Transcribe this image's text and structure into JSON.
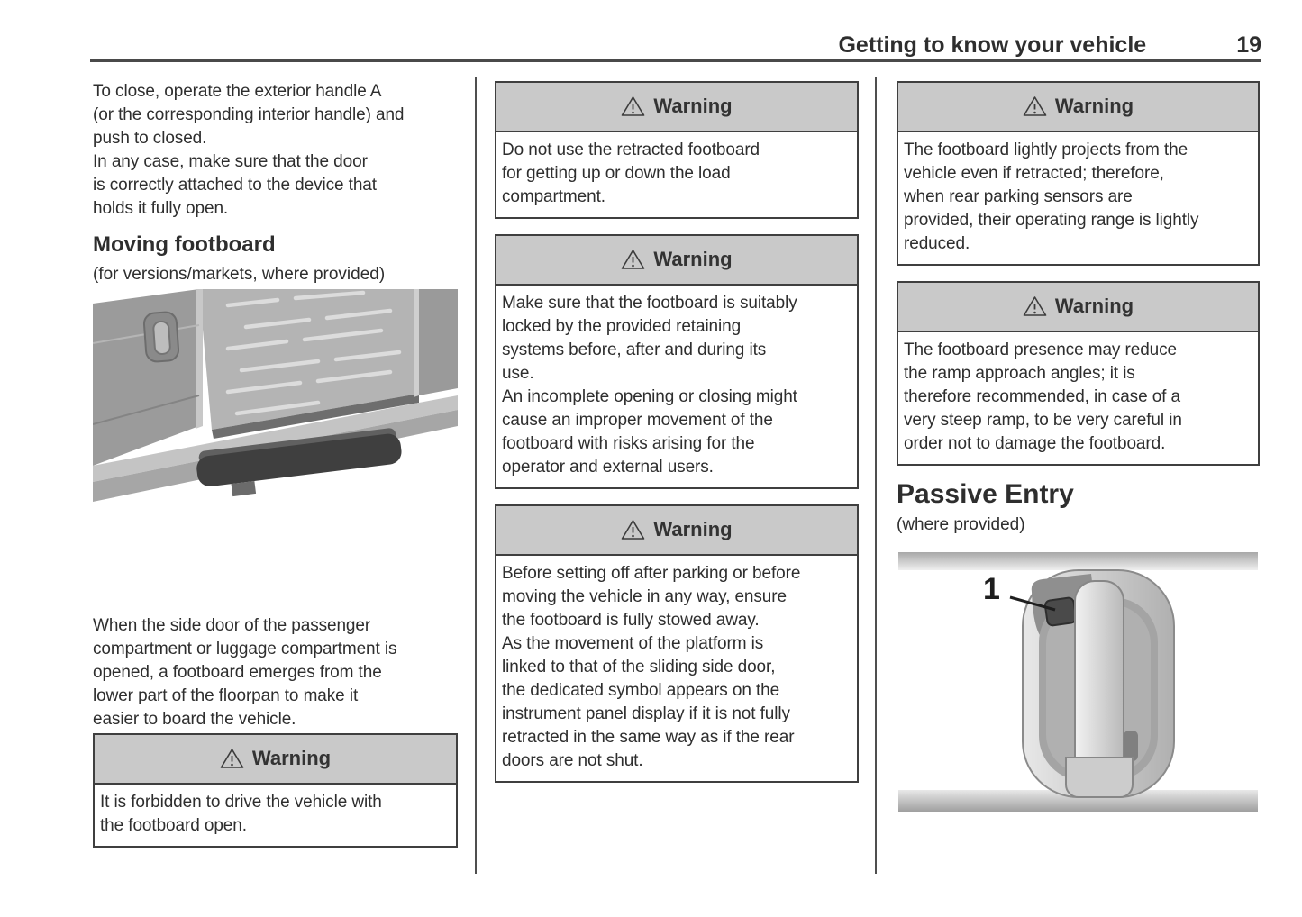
{
  "header": {
    "title": "Getting to know your vehicle",
    "page_number": "19"
  },
  "col1": {
    "para1": "To close, operate the exterior handle A\n(or the corresponding interior handle) and\npush to closed.\nIn any case, make sure that the door\nis correctly attached to the device that\nholds it fully open.",
    "section_heading": "Moving footboard",
    "section_subnote": "(for versions/markets, where provided)",
    "figure_caption": "footboard-extended-below-open-side-door-illustration",
    "para2": "When the side door of the passenger\ncompartment or luggage compartment is\nopened, a footboard emerges from the\nlower part of the floorpan to make it\neasier to board the vehicle.",
    "warning": {
      "title": "Warning",
      "body": "It is forbidden to drive the vehicle with\nthe footboard open."
    }
  },
  "col2": {
    "warnings": [
      {
        "title": "Warning",
        "body": "Do not use the retracted footboard\nfor getting up or down the load\ncompartment."
      },
      {
        "title": "Warning",
        "body": "Make sure that the footboard is suitably\nlocked by the provided retaining\nsystems before, after and during its\nuse.\nAn incomplete opening or closing might\ncause an improper movement of the\nfootboard with risks arising for the\noperator and external users."
      },
      {
        "title": "Warning",
        "body": "Before setting off after parking or before\nmoving the vehicle in any way, ensure\nthe footboard is fully stowed away.\nAs the movement of the platform is\nlinked to that of the sliding side door,\nthe dedicated symbol appears on the\ninstrument panel display if it is not fully\nretracted in the same way as if the rear\ndoors are not shut."
      }
    ]
  },
  "col3": {
    "warnings": [
      {
        "title": "Warning",
        "body": "The footboard lightly projects from the\nvehicle even if retracted; therefore,\nwhen rear parking sensors are\nprovided, their operating range is lightly\nreduced."
      },
      {
        "title": "Warning",
        "body": "The footboard presence may reduce\nthe ramp approach angles; it is\ntherefore recommended, in case of a\nvery steep ramp, to be very careful in\norder not to damage the footboard."
      }
    ],
    "section_heading": "Passive Entry",
    "section_subnote": "(where provided)",
    "figure_label": "1",
    "figure_caption": "exterior-door-handle-with-passive-entry-button-illustration"
  },
  "colors": {
    "warning_header_bg": "#c9c9c9",
    "box_border": "#3f3f3f",
    "text": "#2e2e2e",
    "rule": "#4a4a4a"
  }
}
